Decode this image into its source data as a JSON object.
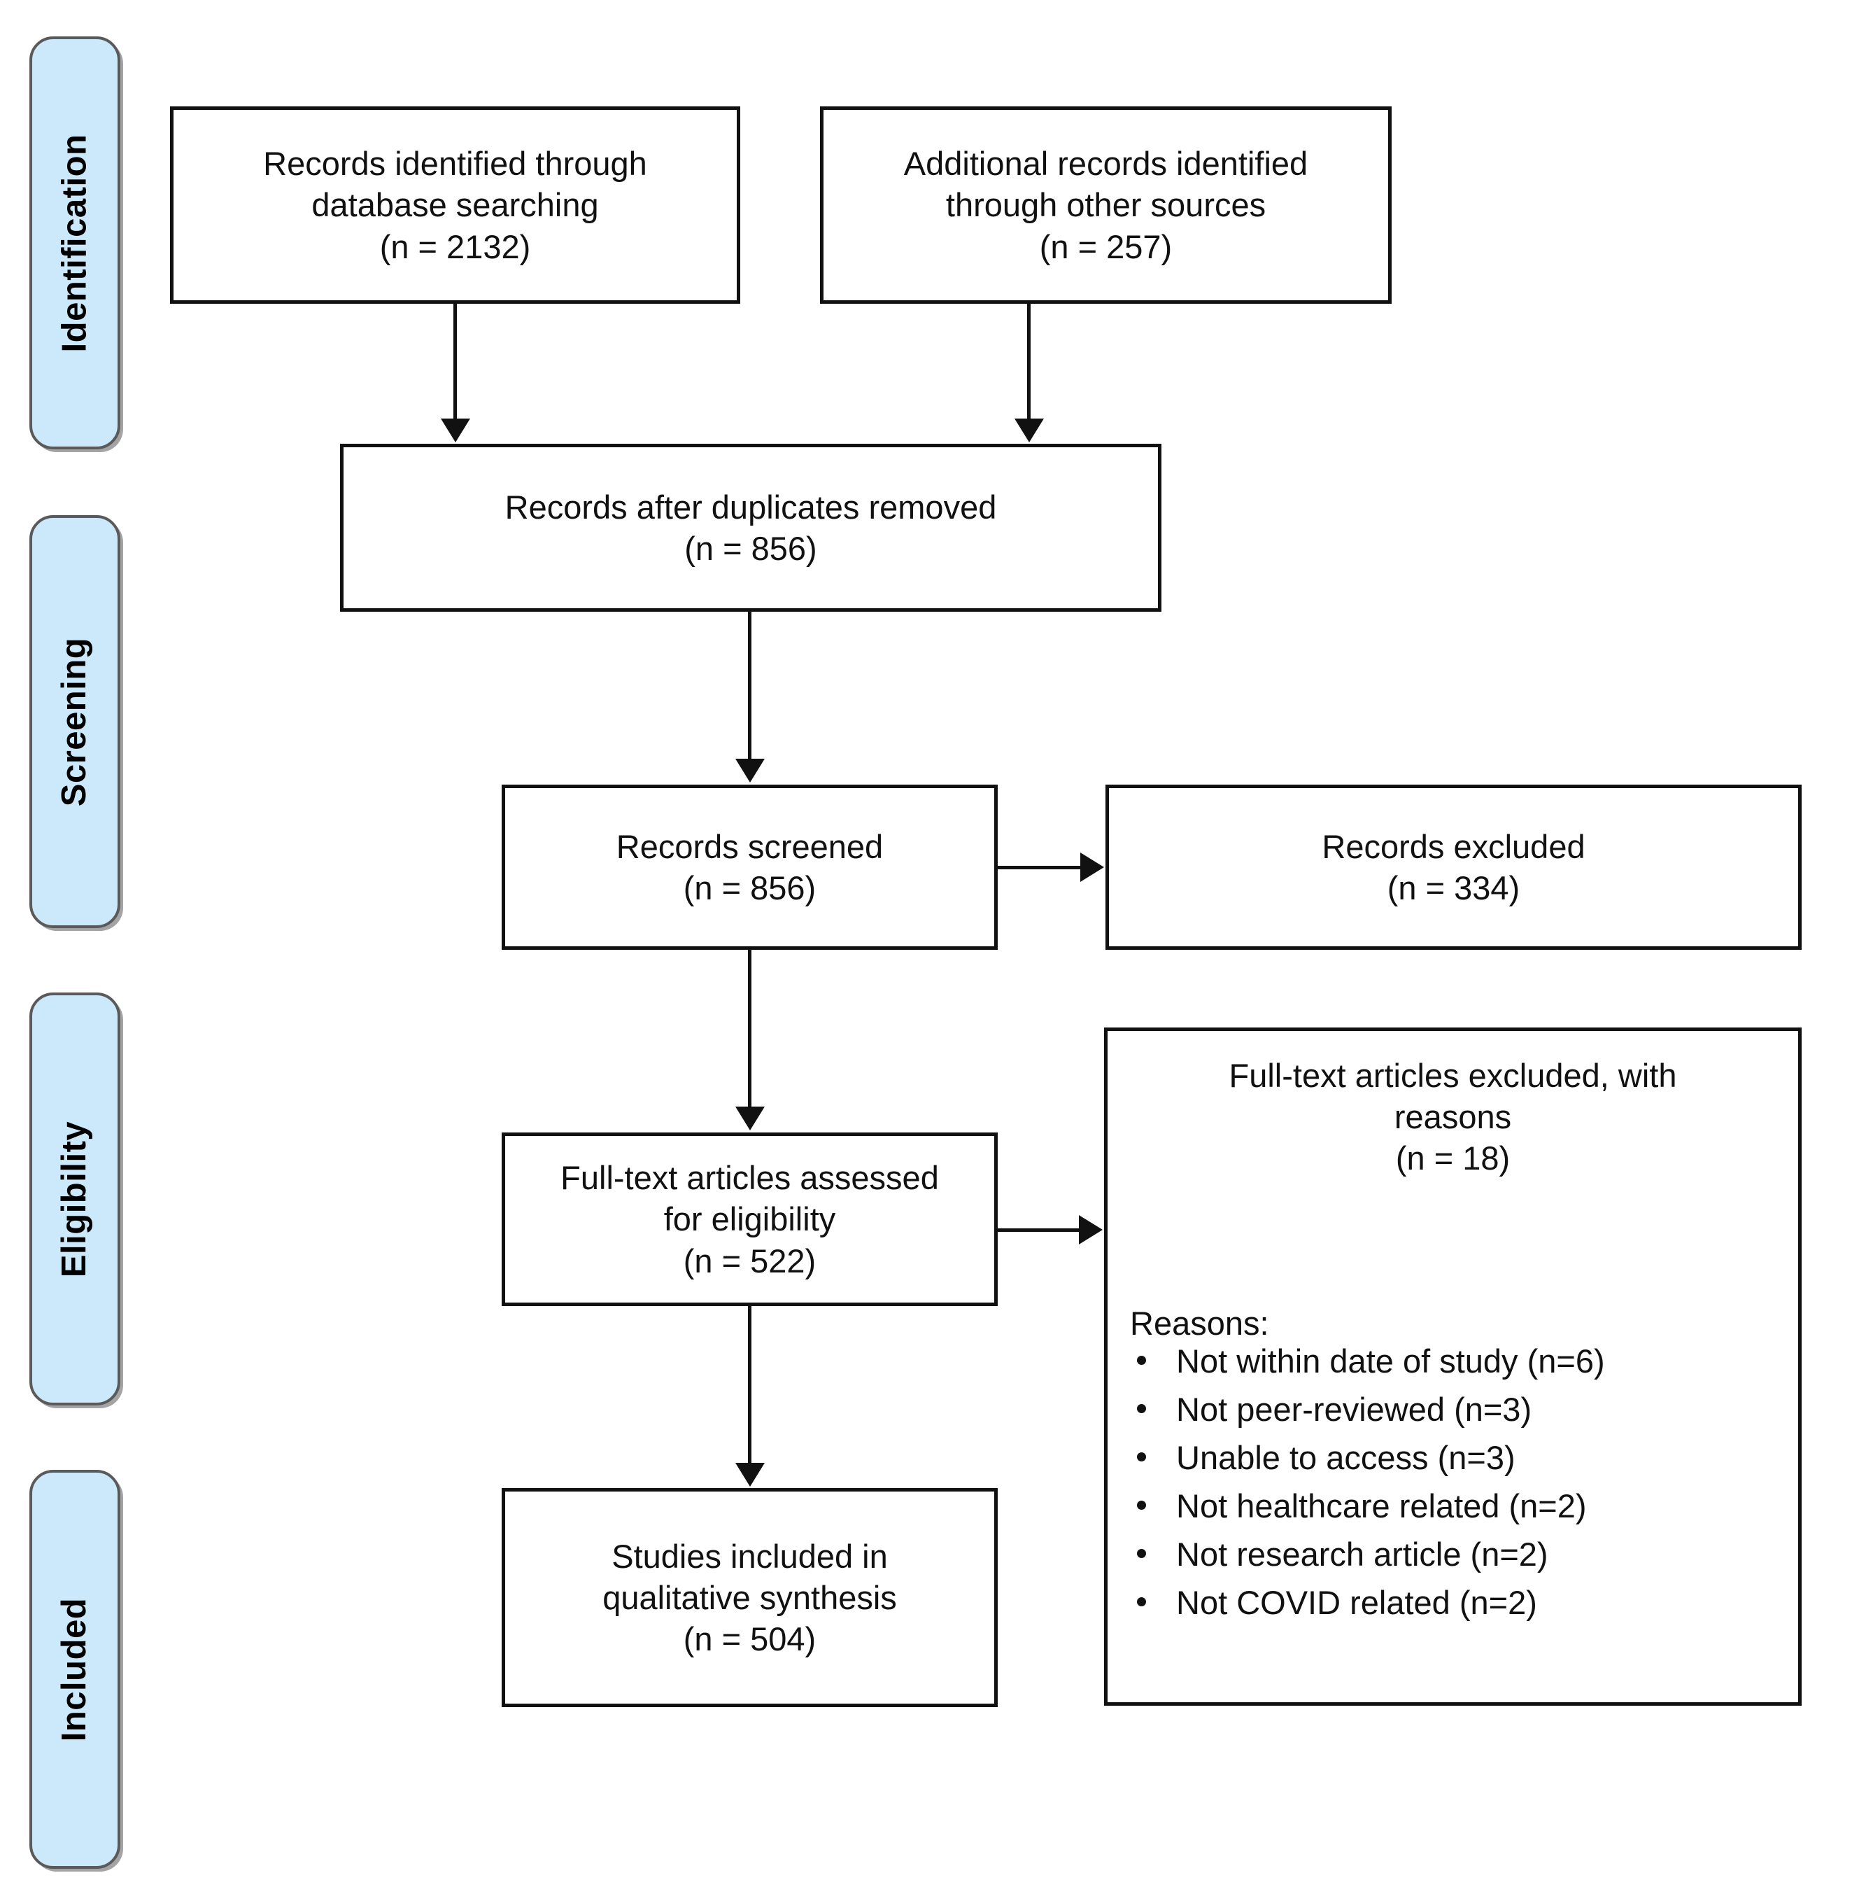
{
  "diagram": {
    "type": "PRISMA flow diagram",
    "stages": [
      {
        "id": "identification",
        "label": "Identification"
      },
      {
        "id": "screening",
        "label": "Screening"
      },
      {
        "id": "eligibility",
        "label": "Eligibility"
      },
      {
        "id": "included",
        "label": "Included"
      }
    ],
    "boxes": {
      "database_searching": {
        "text": "Records identified through\ndatabase searching\n(n = 2132)",
        "n": 2132
      },
      "other_sources": {
        "text": "Additional records identified\nthrough other sources\n(n = 257)",
        "n": 257
      },
      "duplicates_removed": {
        "text": "Records after duplicates removed\n(n = 856)",
        "n": 856
      },
      "records_screened": {
        "text": "Records screened\n(n = 856)",
        "n": 856
      },
      "records_excluded": {
        "text": "Records excluded\n(n = 334)",
        "n": 334
      },
      "fulltext_assessed": {
        "text": "Full-text articles assessed\nfor eligibility\n(n = 522)",
        "n": 522
      },
      "studies_included": {
        "text": "Studies included in\nqualitative synthesis\n(n = 504)",
        "n": 504
      },
      "fulltext_excluded": {
        "head": "Full-text articles excluded, with\nreasons\n(n = 18)",
        "n": 18,
        "reasons_label": "Reasons:",
        "reasons": [
          "Not within date of study (n=6)",
          "Not peer-reviewed (n=3)",
          "Unable to access (n=3)",
          "Not healthcare related (n=2)",
          "Not research article (n=2)",
          "Not COVID related (n=2)"
        ]
      }
    },
    "colors": {
      "stage_fill": "#cbe9fb",
      "stage_border": "#5a5a5a",
      "box_border": "#111111",
      "background": "#ffffff",
      "text": "#111111"
    }
  }
}
